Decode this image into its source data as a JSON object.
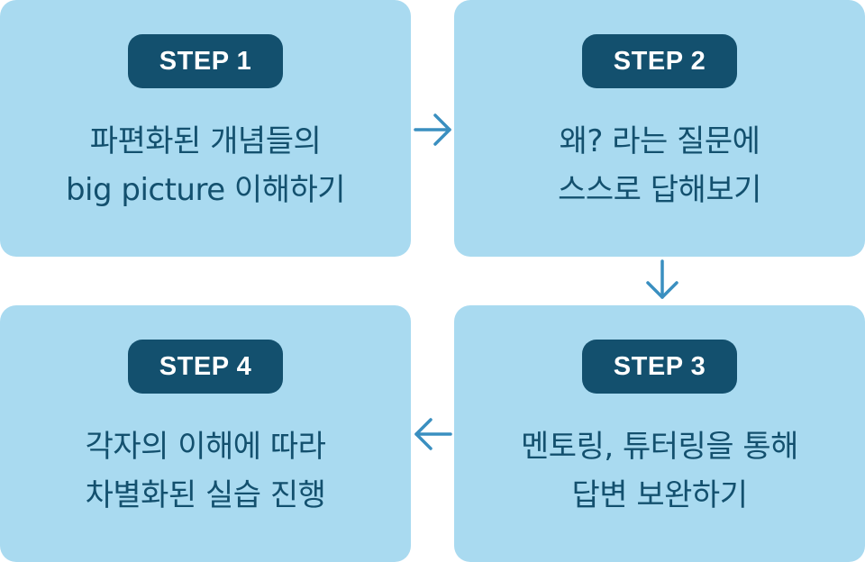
{
  "colors": {
    "card_bg": "#a9daf0",
    "badge_bg": "#13506e",
    "badge_text": "#ffffff",
    "body_text": "#13506e",
    "arrow": "#3a8fc0"
  },
  "steps": [
    {
      "badge": "STEP 1",
      "line1": "파편화된 개념들의",
      "line2": "big picture 이해하기"
    },
    {
      "badge": "STEP 2",
      "line1": "왜? 라는 질문에",
      "line2": "스스로 답해보기"
    },
    {
      "badge": "STEP 3",
      "line1": "멘토링, 튜터링을 통해",
      "line2": "답변 보완하기"
    },
    {
      "badge": "STEP 4",
      "line1": "각자의 이해에 따라",
      "line2": "차별화된 실습 진행"
    }
  ],
  "arrows": [
    {
      "icon": "arrow-right-icon"
    },
    {
      "icon": "arrow-down-icon"
    },
    {
      "icon": "arrow-left-icon"
    }
  ]
}
